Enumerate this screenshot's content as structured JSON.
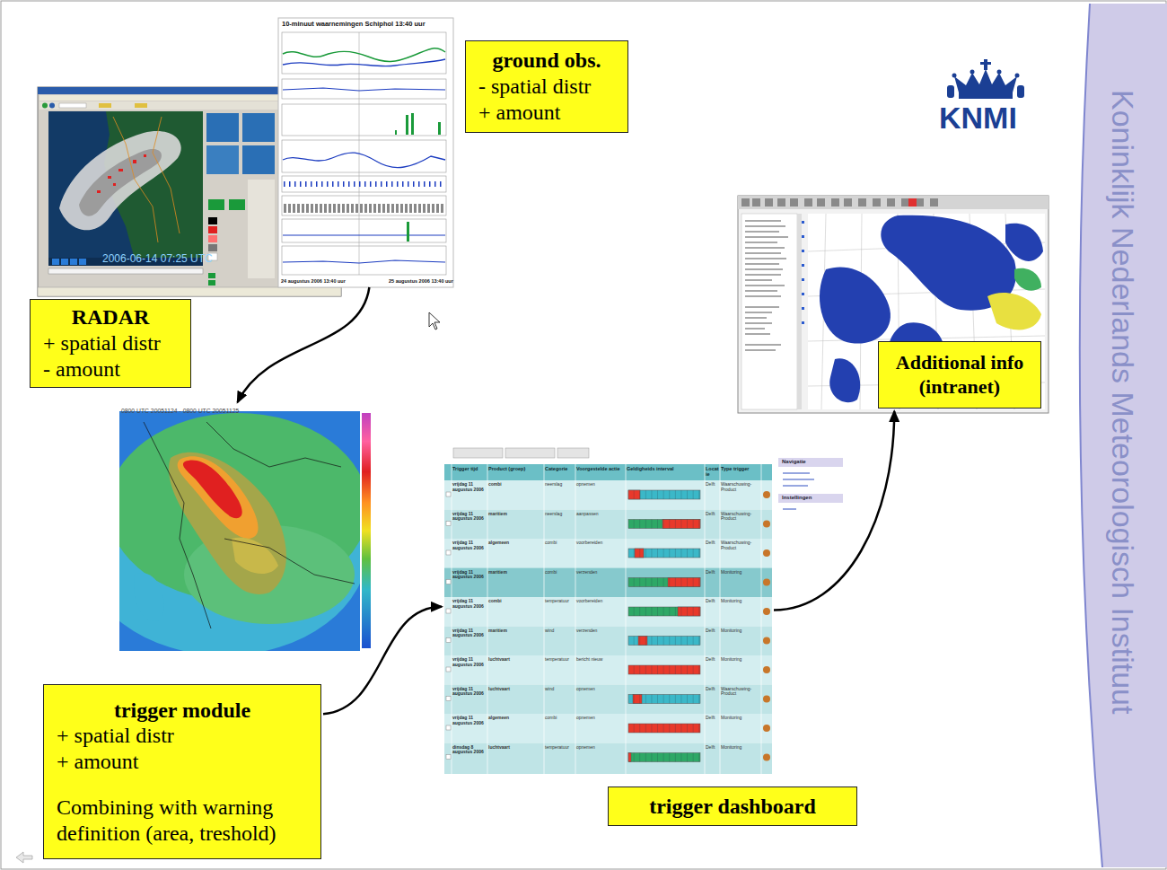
{
  "diagram": {
    "nodes": [
      {
        "text": [
          "10-minuut waarnemingen Schiphol 13:40 uur"
        ]
      },
      {
        "text": [
          "ground obs.",
          "- spatial distr",
          "+ amount"
        ]
      },
      {
        "text": [
          "RADAR",
          "+ spatial distr",
          "- amount"
        ]
      },
      {
        "text": [
          "Additional info (intranet)"
        ]
      },
      {
        "text": [
          "0800 UTC 20051124 - 0800 UTC 20051125"
        ]
      },
      {
        "text": [
          "Trigger tijd",
          "Product (groep)",
          "Categorie",
          "Voorgestelde actie",
          "Geldigheids interval",
          "Locatie",
          "Type trigger"
        ]
      },
      {
        "text": [
          "trigger module",
          "+ spatial distr",
          "+ amount",
          "Combining with warning definition (area, treshold)"
        ]
      },
      {
        "text": [
          "trigger dashboard"
        ]
      }
    ],
    "edges": [
      {
        "from": 0,
        "to": 4,
        "arrow": "to"
      },
      {
        "from": 6,
        "to": 5,
        "arrow": "to"
      },
      {
        "from": 5,
        "to": 3,
        "arrow": "to"
      }
    ],
    "labels": [
      "KNMI",
      "Koninklijk Nederlands Meteorologisch Instituut",
      "2006-06-14 07:25 UTC",
      "24 augustus 2006 13:40 uur",
      "25 augustus 2006 13:40 uur",
      "Navigatie",
      "Instellingen",
      "vrijdag 11 augustus 2006",
      "combi",
      "neerslag",
      "opnemen",
      "Delft",
      "Waarschuwing-Product",
      "vrijdag 11 augustus 2006",
      "maritiem",
      "neerslag",
      "aanpassen",
      "Delft",
      "Waarschuwing-Product",
      "vrijdag 11 augustus 2006",
      "algemeen",
      "combi",
      "voorbereiden",
      "Delft",
      "Waarschuwing-Product",
      "vrijdag 11 augustus 2006",
      "maritiem",
      "combi",
      "verzenden",
      "Delft",
      "Monitoring",
      "vrijdag 11 augustus 2006",
      "combi",
      "temperatuur",
      "voorbereiden",
      "Delft",
      "Monitoring",
      "vrijdag 11 augustus 2006",
      "maritiem",
      "wind",
      "verzenden",
      "Delft",
      "Monitoring",
      "vrijdag 11 augustus 2006",
      "luchtvaart",
      "temperatuur",
      "bericht nieuw",
      "Delft",
      "Monitoring",
      "vrijdag 11 augustus 2006",
      "luchtvaart",
      "wind",
      "opnemen",
      "Delft",
      "Waarschuwing-Product",
      "vrijdag 11 augustus 2006",
      "algemeen",
      "combi",
      "opnemen",
      "Delft",
      "Monitoring",
      "dinsdag 8 augustus 2006",
      "luchtvaart",
      "temperatuur",
      "opnemen",
      "Delft",
      "Monitoring"
    ]
  }
}
